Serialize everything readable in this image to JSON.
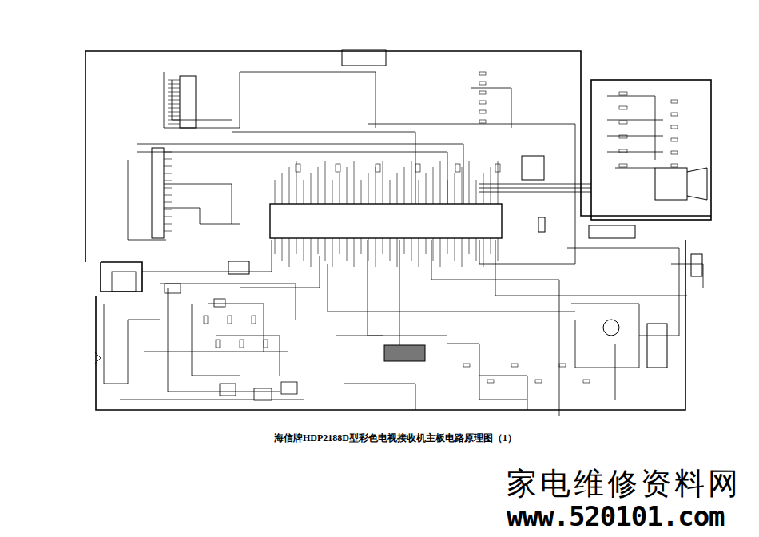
{
  "diagram": {
    "caption": "海信牌HDP2188D型彩色电视接收机主板电路原理图（1）",
    "labels": [
      "家电维修资料网",
      "www.520101.com"
    ]
  }
}
